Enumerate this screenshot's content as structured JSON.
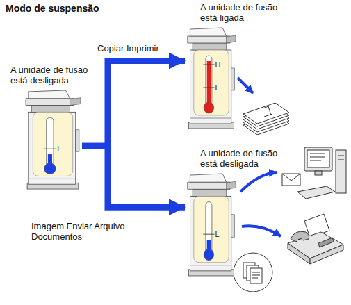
{
  "diagram": {
    "title": "Modo de suspensão",
    "nodes": [
      {
        "text": [
          "A unidade de fusão está desligada"
        ]
      },
      {
        "text": [
          "A unidade de fusão está ligada"
        ]
      },
      {
        "text": [
          "A unidade de fusão está desligada"
        ]
      }
    ],
    "edges": [
      {
        "from": 0,
        "to": 1,
        "arrow": "to",
        "label": "Copiar Imprimir"
      },
      {
        "from": 0,
        "to": 2,
        "arrow": "to",
        "label": "Imagem Enviar Arquivo Documentos"
      }
    ],
    "labels": [
      "L",
      "H",
      "L",
      "L"
    ]
  }
}
